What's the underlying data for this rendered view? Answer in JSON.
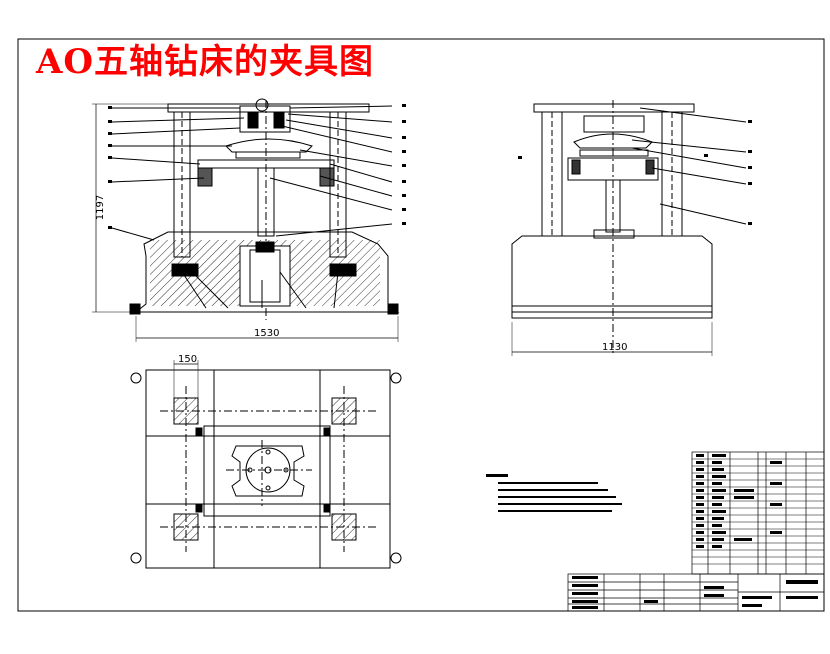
{
  "drawing": {
    "title": "AO五轴钻床的夹具图",
    "title_color": "#ff0000",
    "line_color": "#000000",
    "background": "#ffffff"
  },
  "dimensions": {
    "front_width": "1530",
    "front_height": "1197",
    "side_width": "1130",
    "plan_offset": "150"
  },
  "views": {
    "front_view": "front-elevation",
    "side_view": "side-elevation",
    "plan_view": "top-plan"
  }
}
